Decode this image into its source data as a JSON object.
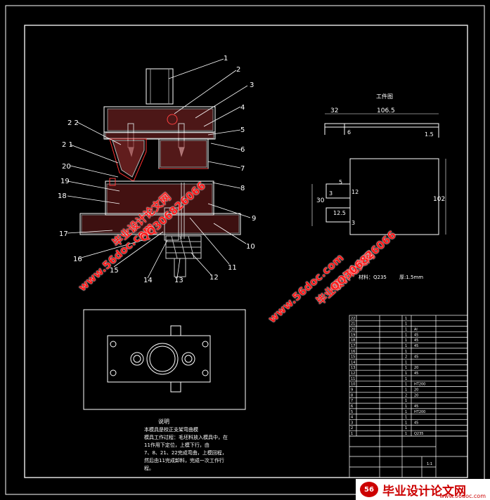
{
  "callouts": [
    "1",
    "2",
    "3",
    "4",
    "5",
    "6",
    "7",
    "8",
    "9",
    "10",
    "11",
    "12",
    "13",
    "14",
    "15",
    "16",
    "17",
    "18",
    "19",
    "20",
    "2 1",
    "2 2"
  ],
  "workpiece": {
    "title": "工件图",
    "dims": {
      "d32": "32",
      "d106": "106.5",
      "d6": "6",
      "d15": "1.5",
      "d5": "5",
      "d12": "12",
      "d3": "3",
      "d30": "30",
      "d102": "102",
      "d125": "12.5",
      "d3b": "3"
    },
    "material": "材料：Q235",
    "thickness": "厚:1.5mm"
  },
  "notes": {
    "heading": "说明",
    "lines": [
      "本模具是校正支架弯曲模",
      "模具工作过程：毛坯料放入模具中，在",
      "11作用下定位，上模下行，由",
      "7、8、21、22完成弯曲，上模回程，",
      "然后由11完成卸料，完成一次工作行",
      "程。"
    ]
  },
  "bom": {
    "numbers": [
      "22",
      "21",
      "20",
      "19",
      "18",
      "17",
      "16",
      "15",
      "14",
      "13",
      "12",
      "11",
      "10",
      "9",
      "8",
      "7",
      "6",
      "5",
      "4",
      "3",
      "2",
      "1"
    ],
    "qty": [
      "1",
      "1",
      "1",
      "1",
      "1",
      "1",
      "1",
      "2",
      "1",
      "1",
      "1",
      "1",
      "1",
      "1",
      "2",
      "1",
      "1",
      "1",
      "1",
      "1",
      "1",
      "1"
    ],
    "materials": [
      "",
      "",
      "Al",
      "45",
      "45",
      "45",
      "",
      "45",
      "",
      "20",
      "45",
      "",
      "HT200",
      "20",
      "20",
      "",
      "45",
      "HT200",
      "",
      "45",
      "",
      "Q235"
    ]
  },
  "title_block": {
    "scale": "1:1"
  },
  "watermarks": [
    "毕业设计论文网",
    "www.56doc.com",
    "QQ306826066"
  ],
  "brand": {
    "name": "毕业设计论文网",
    "url": "www.56doc.com"
  }
}
